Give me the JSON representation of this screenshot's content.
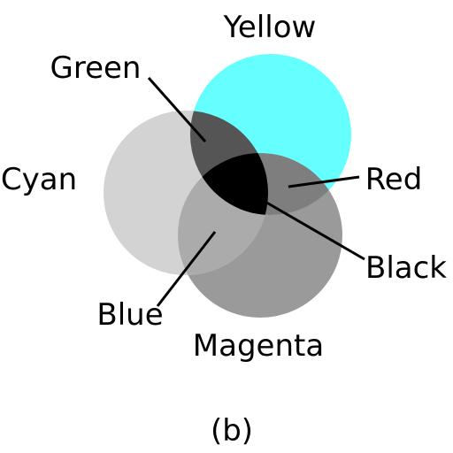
{
  "labels": {
    "yellow": "Yellow",
    "cyan": "Cyan",
    "magenta": "Magenta",
    "green": "Green",
    "red": "Red",
    "blue": "Blue",
    "black": "Black",
    "caption": "(b)"
  },
  "colors": {
    "yellow_circle": "#66ffff",
    "cyan_circle": "#d3d3d3",
    "magenta_circle": "#9a9a9a",
    "green_region": "#555555",
    "red_region": "#7e7e7e",
    "blue_region": "#ababab",
    "black_region": "#000000"
  }
}
